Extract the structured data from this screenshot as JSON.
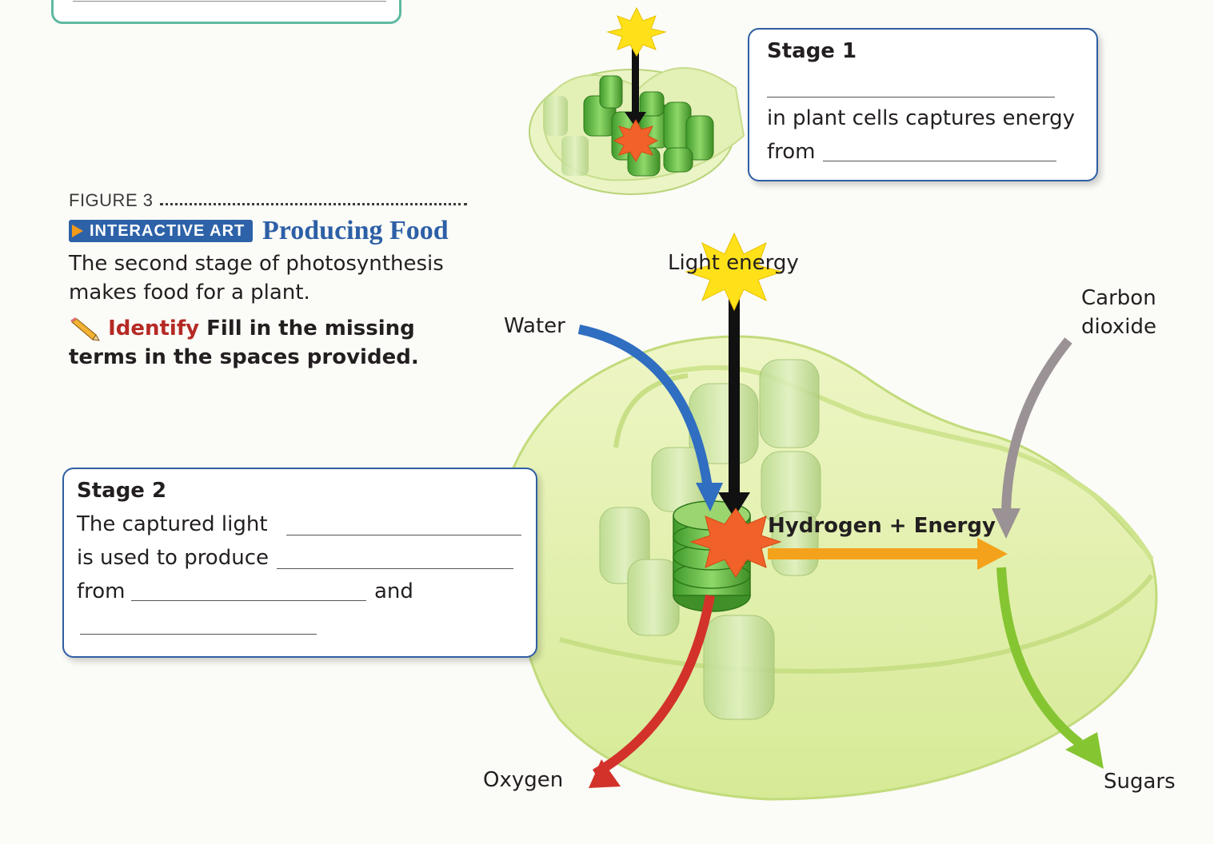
{
  "figure": {
    "label": "FIGURE 3",
    "badge": "INTERACTIVE ART",
    "title": "Producing Food",
    "caption": "The second stage of photosynthesis makes food for a plant.",
    "identify_keyword": "Identify",
    "identify_text": "Fill in the missing terms in the spaces provided."
  },
  "stage1": {
    "title": "Stage 1",
    "line1": "in plant cells captures energy",
    "line2": "from"
  },
  "stage2": {
    "title": "Stage 2",
    "line1": "The captured light",
    "line2": "is used to produce",
    "line3": "from",
    "line3_end": "and"
  },
  "diagram": {
    "light_energy": "Light energy",
    "water": "Water",
    "carbon_dioxide_1": "Carbon",
    "carbon_dioxide_2": "dioxide",
    "hydrogen_energy": "Hydrogen +  Energy",
    "oxygen": "Oxygen",
    "sugars": "Sugars"
  },
  "colors": {
    "water_arrow": "#2f6ec0",
    "light_arrow": "#111111",
    "co2_arrow": "#9a9294",
    "energy_arrow": "#f4a21c",
    "oxygen_arrow": "#d2322a",
    "sugars_arrow": "#86c532",
    "star_yellow": "#ffe11a",
    "star_orange": "#f0622a",
    "box_border": "#2e5ea3"
  }
}
